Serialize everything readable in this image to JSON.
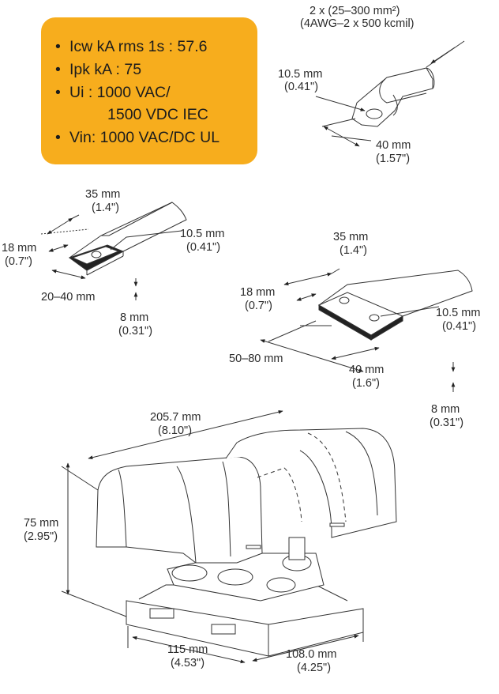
{
  "specs": {
    "line1": "Icw kA rms 1s : 57.6",
    "line2": "Ipk kA : 75",
    "line3": "Ui : 1000 VAC/",
    "line4": "1500 VDC IEC",
    "line5": "Vin: 1000 VAC/DC UL",
    "bullet": "•",
    "bg_color": "#f7ad1d"
  },
  "lug": {
    "cable_size": "2 x (25–300 mm²)",
    "cable_size_imperial": "(4AWG–2 x 500 kcmil)",
    "hole": "10.5 mm",
    "hole_imperial": "(0.41\")",
    "length": "40 mm",
    "length_imperial": "(1.57\")"
  },
  "busbar_single": {
    "width": "35 mm",
    "width_imperial": "(1.4\")",
    "hole": "10.5 mm",
    "hole_imperial": "(0.41\")",
    "height": "18 mm",
    "height_imperial": "(0.7\")",
    "length": "20–40 mm",
    "thickness": "8 mm",
    "thickness_imperial": "(0.31\")"
  },
  "busbar_double": {
    "width": "35 mm",
    "width_imperial": "(1.4\")",
    "height": "18 mm",
    "height_imperial": "(0.7\")",
    "hole": "10.5 mm",
    "hole_imperial": "(0.41\")",
    "length": "50–80 mm",
    "spacing": "40 mm",
    "spacing_imperial": "(1.6\")",
    "thickness": "8 mm",
    "thickness_imperial": "(0.31\")"
  },
  "product": {
    "length": "205.7 mm",
    "length_imperial": "(8.10\")",
    "height": "75 mm",
    "height_imperial": "(2.95\")",
    "depth": "115 mm",
    "depth_imperial": "(4.53\")",
    "width": "108.0 mm",
    "width_imperial": "(4.25\")"
  }
}
